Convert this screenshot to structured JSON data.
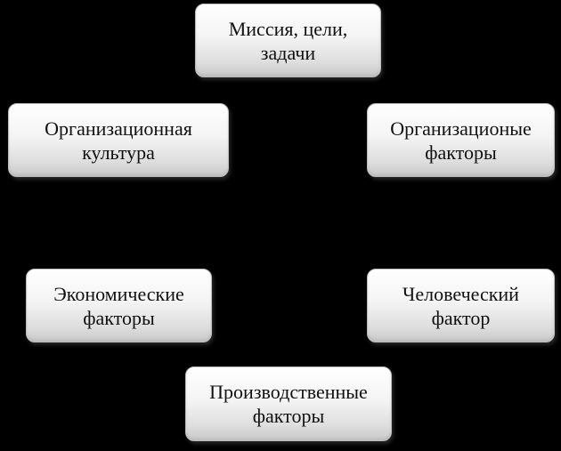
{
  "diagram": {
    "nodes": [
      {
        "id": "mission",
        "label": "Миссия, цели,\nзадачи"
      },
      {
        "id": "culture",
        "label": "Организационная\nкультура"
      },
      {
        "id": "org_factors",
        "label": "Организационые\nфакторы"
      },
      {
        "id": "econ_factors",
        "label": "Экономические\nфакторы"
      },
      {
        "id": "human_factor",
        "label": "Человеческий\nфактор"
      },
      {
        "id": "prod_factors",
        "label": "Производственные\nфакторы"
      }
    ]
  },
  "colors": {
    "background": "#000000",
    "node_fill_top": "#ffffff",
    "node_fill_bottom": "#c9c9c9",
    "text": "#111111"
  }
}
